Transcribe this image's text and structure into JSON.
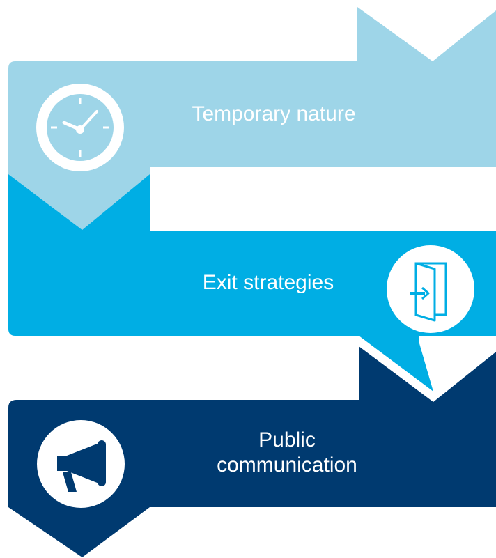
{
  "steps": [
    {
      "label": "Temporary nature",
      "icon": "clock-icon",
      "color": "#9ed5e8"
    },
    {
      "label": "Exit strategies",
      "icon": "door-exit-icon",
      "color": "#00aee4"
    },
    {
      "label": "Public communication",
      "label_lines": [
        "Public",
        "communication"
      ],
      "icon": "megaphone-icon",
      "color": "#003a70"
    }
  ]
}
